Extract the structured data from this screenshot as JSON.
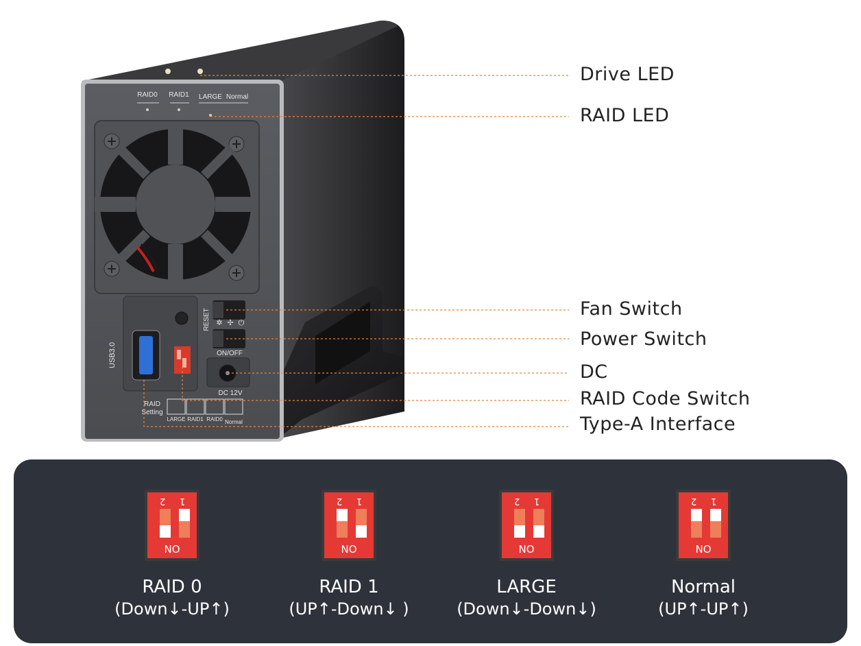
{
  "device": {
    "panel_labels": {
      "raid0": "RAID0",
      "raid1": "RAID1",
      "large": "LARGE",
      "normal": "Normal",
      "reset": "RESET",
      "usb": "USB3.0",
      "onoff": "ON/OFF",
      "dc": "DC 12V",
      "raid_setting_1": "RAID",
      "raid_setting_2": "Setting",
      "legend_large": "LARGE",
      "legend_raid1": "RAID1",
      "legend_raid0": "RAID0",
      "legend_normal": "Normal"
    }
  },
  "callouts": {
    "drive_led": "Drive LED",
    "raid_led": "RAID LED",
    "fan_switch": "Fan Switch",
    "power_switch": "Power Switch",
    "dc": "DC",
    "raid_code_switch": "RAID Code Switch",
    "type_a": "Type-A Interface"
  },
  "colors": {
    "leader_line": "#e8843a",
    "panel_bg": "#2e333b",
    "dip_red": "#e53935"
  },
  "modes": [
    {
      "title": "RAID 0",
      "desc": "(Down↓-UP↑)",
      "switch1": "up",
      "switch2": "down",
      "dip_label": "NO",
      "num1": "1",
      "num2": "2"
    },
    {
      "title": "RAID 1",
      "desc": "(UP↑-Down↓ )",
      "switch1": "down",
      "switch2": "up",
      "dip_label": "NO",
      "num1": "1",
      "num2": "2"
    },
    {
      "title": "LARGE",
      "desc": "(Down↓-Down↓)",
      "switch1": "down",
      "switch2": "down",
      "dip_label": "NO",
      "num1": "1",
      "num2": "2"
    },
    {
      "title": "Normal",
      "desc": "(UP↑-UP↑)",
      "switch1": "up",
      "switch2": "up",
      "dip_label": "NO",
      "num1": "1",
      "num2": "2"
    }
  ]
}
